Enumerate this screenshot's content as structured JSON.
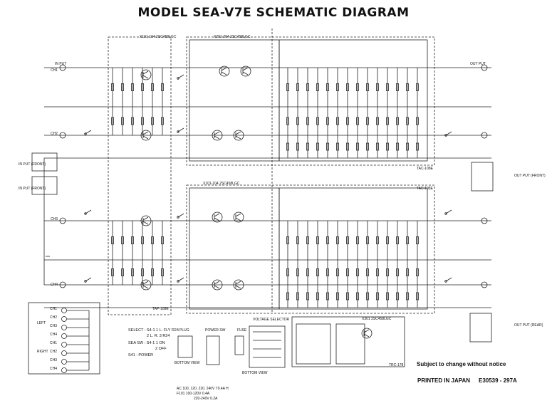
{
  "title": "MODEL SEA-V7E SCHEMATIC DIAGRAM",
  "notes": {
    "subject": "Subject to change without notice",
    "printed": "PRINTED IN JAPAN",
    "code": "E30539 - 297A"
  },
  "blocks": {
    "x101": "X101-104 2SC458LGC",
    "x201_top": "X201-204 2SC458LGC",
    "x201_bottom": "X101-104 2SC458LGC",
    "tap_block": "TAP-108E",
    "tac_top": "TAC-108E",
    "tac_bottom": "TAC-108E",
    "trc_block": "TRC-178",
    "x301": "X301 2SC458LGC"
  },
  "jacks": {
    "in_put": "IN PUT",
    "out_put": "OUT PUT",
    "in_put_ch12": "IN PUT (FRONT)",
    "in_put_ch34": "IN PUT (FRONT)",
    "out_put_ch12": "OUT PUT (FRONT)",
    "out_put_ch34": "OUT PUT (REAR)",
    "ch1": "CH1",
    "ch2": "CH2",
    "ch3": "CH3",
    "ch4": "CH4"
  },
  "panel": {
    "left": "LEFT",
    "right": "RIGHT",
    "rows": [
      "CH1",
      "CH2",
      "CH3",
      "CH4",
      "CH1",
      "CH2",
      "CH3",
      "CH4"
    ]
  },
  "select_notes": {
    "l1": "SELECT : S4-1 1 L. FLY R24",
    "l2": "2 L. R. 3 R24",
    "l3": "SEA SW : S4-1 1 ON",
    "l4": "2 OFF",
    "l5": "S41 : POWER"
  },
  "parts": {
    "plug": "PLUG",
    "bottom_view": "BOTTOM VIEW",
    "power_sw": "POWER SW",
    "fuse": "FUSE",
    "voltage_selector": "VOLTAGE SELECTOR",
    "ac_note1": "AC 100, 120, 220, 240V  T0.4A H",
    "ac_note2": "F101  100-120V  0.4A",
    "ac_note3": "220-240V  0.2A"
  }
}
